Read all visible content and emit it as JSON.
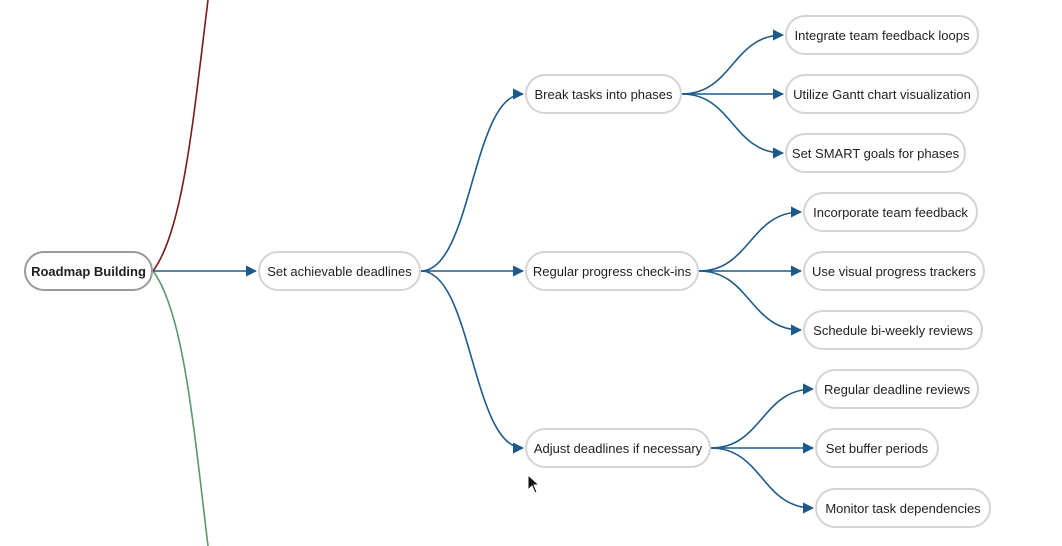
{
  "colors": {
    "edge_main": "#1d5a8c",
    "edge_upper": "#7a1a1a",
    "edge_lower": "#5a9a6a"
  },
  "nodes": [
    {
      "id": "roadmap-building",
      "label": "Roadmap Building",
      "root": true
    },
    {
      "id": "set-achievable-deadlines",
      "label": "Set achievable deadlines"
    },
    {
      "id": "break-tasks-into-phases",
      "label": "Break tasks into phases"
    },
    {
      "id": "regular-progress-check-ins",
      "label": "Regular progress check-ins"
    },
    {
      "id": "adjust-deadlines-if-necessary",
      "label": "Adjust deadlines if necessary"
    },
    {
      "id": "integrate-team-feedback-loops",
      "label": "Integrate team feedback loops"
    },
    {
      "id": "utilize-gantt-chart-visualization",
      "label": "Utilize Gantt chart visualization"
    },
    {
      "id": "set-smart-goals-for-phases",
      "label": "Set SMART goals for phases"
    },
    {
      "id": "incorporate-team-feedback",
      "label": "Incorporate team feedback"
    },
    {
      "id": "use-visual-progress-trackers",
      "label": "Use visual progress trackers"
    },
    {
      "id": "schedule-bi-weekly-reviews",
      "label": "Schedule bi-weekly reviews"
    },
    {
      "id": "regular-deadline-reviews",
      "label": "Regular deadline reviews"
    },
    {
      "id": "set-buffer-periods",
      "label": "Set buffer periods"
    },
    {
      "id": "monitor-task-dependencies",
      "label": "Monitor task dependencies"
    }
  ],
  "edges": [
    {
      "from": "roadmap-building",
      "to": "set-achievable-deadlines"
    },
    {
      "from": "set-achievable-deadlines",
      "to": "break-tasks-into-phases"
    },
    {
      "from": "set-achievable-deadlines",
      "to": "regular-progress-check-ins"
    },
    {
      "from": "set-achievable-deadlines",
      "to": "adjust-deadlines-if-necessary"
    },
    {
      "from": "break-tasks-into-phases",
      "to": "integrate-team-feedback-loops"
    },
    {
      "from": "break-tasks-into-phases",
      "to": "utilize-gantt-chart-visualization"
    },
    {
      "from": "break-tasks-into-phases",
      "to": "set-smart-goals-for-phases"
    },
    {
      "from": "regular-progress-check-ins",
      "to": "incorporate-team-feedback"
    },
    {
      "from": "regular-progress-check-ins",
      "to": "use-visual-progress-trackers"
    },
    {
      "from": "regular-progress-check-ins",
      "to": "schedule-bi-weekly-reviews"
    },
    {
      "from": "adjust-deadlines-if-necessary",
      "to": "regular-deadline-reviews"
    },
    {
      "from": "adjust-deadlines-if-necessary",
      "to": "set-buffer-periods"
    },
    {
      "from": "adjust-deadlines-if-necessary",
      "to": "monitor-task-dependencies"
    }
  ]
}
